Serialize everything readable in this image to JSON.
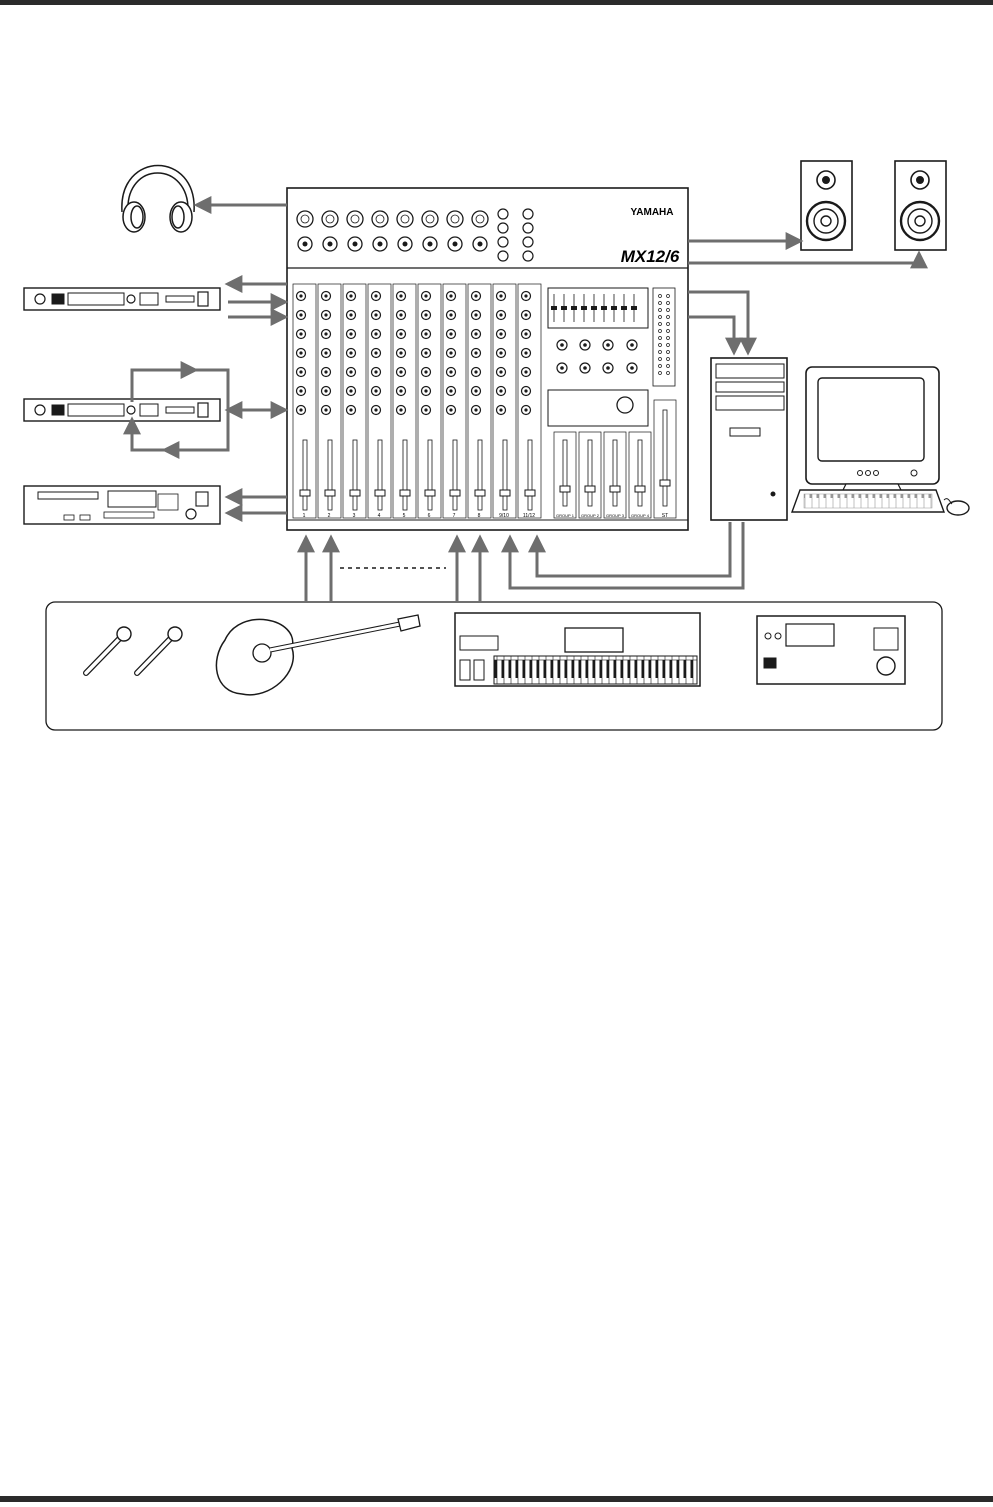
{
  "mixer": {
    "brand": "YAMAHA",
    "model": "MX12/6",
    "channel_labels": [
      "1",
      "2",
      "3",
      "4",
      "5",
      "6",
      "7",
      "8",
      "9/10",
      "11/12"
    ],
    "group_labels": [
      "GROUP 1",
      "GROUP 2",
      "GROUP 3",
      "GROUP 4"
    ],
    "stereo_label": "ST"
  },
  "devices": {
    "outputs": [
      "headphones",
      "studio-monitor-left",
      "studio-monitor-right"
    ],
    "rack": [
      "effects-processor-1",
      "effects-processor-2",
      "cd-recorder"
    ],
    "computer": [
      "computer-tower",
      "computer-monitor",
      "keyboard",
      "mouse"
    ],
    "sources": [
      "microphone-1",
      "microphone-2",
      "acoustic-guitar",
      "synthesizer-keyboard",
      "drum-machine"
    ]
  },
  "colors": {
    "line": "#1a1a1a",
    "arrow": "#6e6e6e",
    "panel": "#ffffff"
  }
}
